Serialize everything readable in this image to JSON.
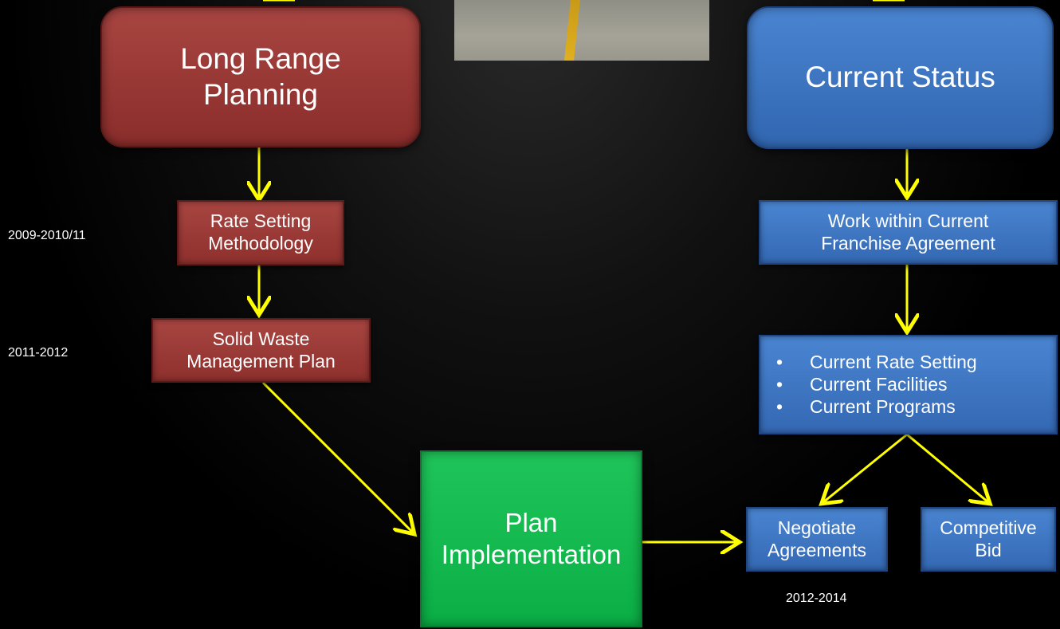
{
  "diagram": {
    "long_range": {
      "line1": "Long Range",
      "line2": "Planning"
    },
    "current_status": {
      "label": "Current Status"
    },
    "rate_setting": {
      "line1": "Rate Setting",
      "line2": "Methodology"
    },
    "solid_waste": {
      "line1": "Solid Waste",
      "line2": "Management Plan"
    },
    "plan_impl": {
      "line1": "Plan",
      "line2": "Implementation"
    },
    "work_within": {
      "line1": "Work within Current",
      "line2": "Franchise Agreement"
    },
    "current_items": {
      "bullet": "•",
      "items": [
        "Current Rate Setting",
        "Current Facilities",
        "Current Programs"
      ]
    },
    "negotiate": {
      "line1": "Negotiate",
      "line2": "Agreements"
    },
    "competitive": {
      "line1": "Competitive",
      "line2": "Bid"
    },
    "years": {
      "rate_setting": "2009-2010/11",
      "solid_waste": "2011-2012",
      "negotiate": "2012-2014"
    },
    "colors": {
      "arrow": "#ffff00",
      "red_box": "#a84541",
      "blue_box": "#3f7ac8",
      "green_box": "#12bb50"
    },
    "image": "road-photo"
  }
}
